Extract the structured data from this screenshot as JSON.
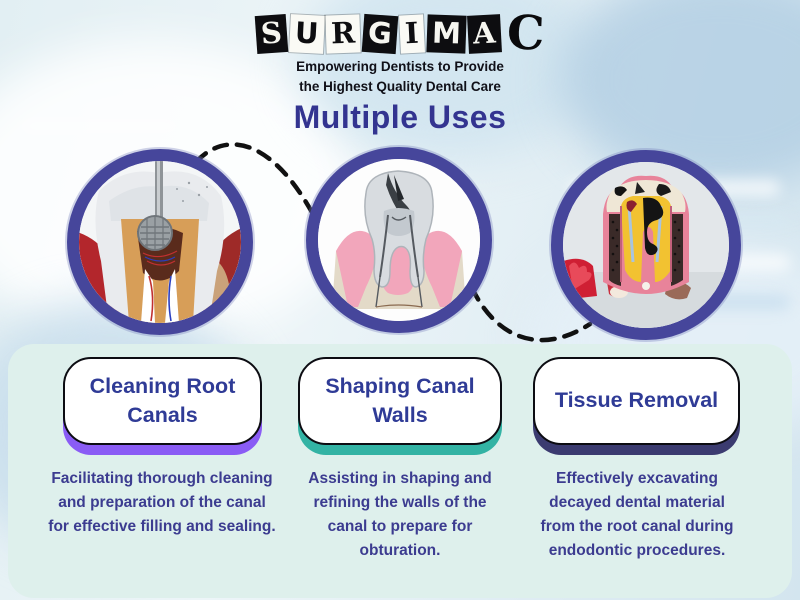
{
  "logo": {
    "letters": [
      {
        "char": "S"
      },
      {
        "char": "U"
      },
      {
        "char": "R"
      },
      {
        "char": "G"
      },
      {
        "char": "I"
      },
      {
        "char": "M"
      },
      {
        "char": "A"
      }
    ],
    "final_letter": "C",
    "tagline_line1": "Empowering Dentists to Provide",
    "tagline_line2": "the Highest Quality Dental Care"
  },
  "title": "Multiple Uses",
  "uses": [
    {
      "heading": "Cleaning Root Canals",
      "image": "tooth-cross-section-with-drill",
      "accent": "#8a5cf5",
      "description": "Facilitating thorough cleaning and preparation of the canal for effective filling and sealing."
    },
    {
      "heading": "Shaping Canal Walls",
      "image": "tooth-anatomy-diagram",
      "accent": "#33b3a4",
      "description": "Assisting in shaping and refining the walls of the canal to prepare for obturation."
    },
    {
      "heading": "Tissue Removal",
      "image": "decayed-tooth-model",
      "accent": "#3b3b70",
      "description": "Effectively excavating decayed dental material from the root canal during endodontic procedures."
    }
  ],
  "colors": {
    "title_text": "#333490",
    "heading_text": "#2f3b96",
    "body_text": "#3c3c90",
    "circle_ring": "#46469b",
    "panel_background": "#def0ec",
    "card_border": "#0c0c12",
    "connector": "#111111"
  }
}
